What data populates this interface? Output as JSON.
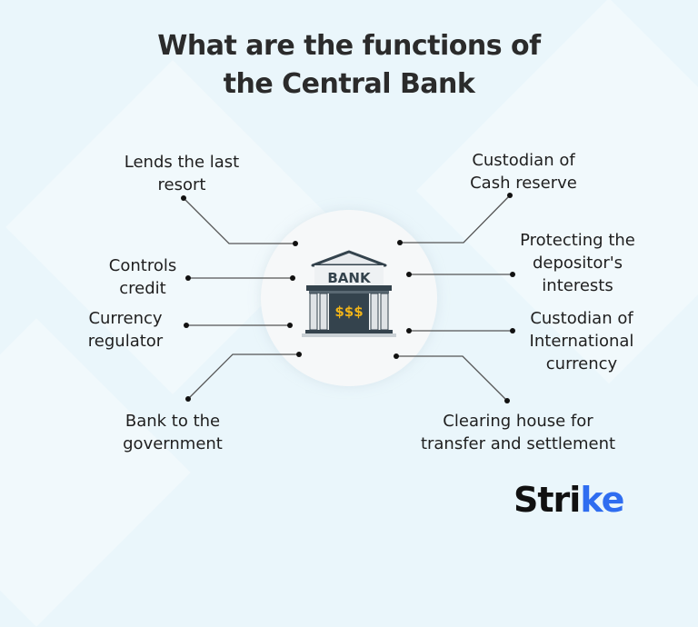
{
  "title": {
    "line1": "What are the functions of",
    "line2": "the Central Bank"
  },
  "center": {
    "icon": "bank-building-icon",
    "sign_text": "BANK",
    "door_text": "$$$"
  },
  "functions": [
    {
      "id": "lender",
      "line1": "Lends the last",
      "line2": "resort"
    },
    {
      "id": "cash",
      "line1": "Custodian of",
      "line2": "Cash reserve"
    },
    {
      "id": "credit",
      "line1": "Controls",
      "line2": "credit"
    },
    {
      "id": "depositor",
      "line1": "Protecting the",
      "line2": "depositor's",
      "line3": "interests"
    },
    {
      "id": "currency",
      "line1": "Currency",
      "line2": "regulator"
    },
    {
      "id": "international",
      "line1": "Custodian of",
      "line2": "International",
      "line3": "currency"
    },
    {
      "id": "government",
      "line1": "Bank to the",
      "line2": "government"
    },
    {
      "id": "clearing",
      "line1": "Clearing house for",
      "line2": "transfer and settlement"
    }
  ],
  "logo": {
    "text_main": "Stri",
    "text_accent": "ke",
    "accent_color": "#2f6df0"
  },
  "colors": {
    "background": "#eaf6fb",
    "connector": "#555555",
    "bank_dark": "#34434d",
    "coin_gold": "#f0b419"
  }
}
